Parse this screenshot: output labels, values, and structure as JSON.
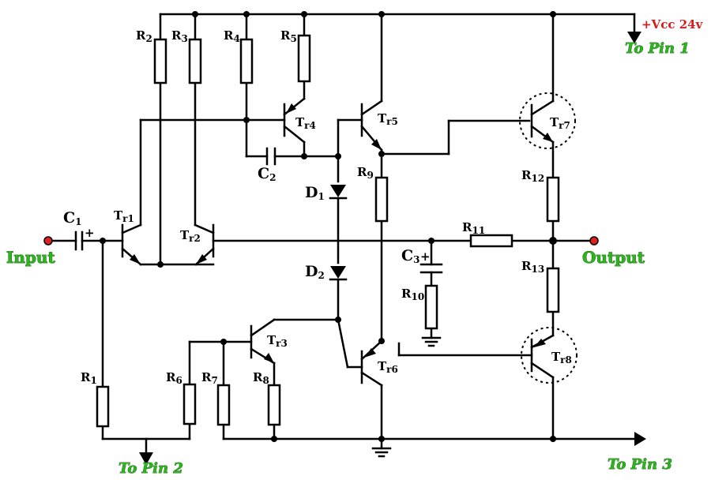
{
  "supply": {
    "label": "+Vcc 24v",
    "color": "#d81b1b"
  },
  "pins": {
    "pin1": "To Pin 1",
    "pin2": "To Pin 2",
    "pin3": "To Pin 3",
    "color": "#2db51d"
  },
  "io": {
    "input": "Input",
    "output": "Output"
  },
  "resistors": [
    "R",
    "1",
    "R",
    "2",
    "R",
    "3",
    "R",
    "4",
    "R",
    "5",
    "R",
    "6",
    "R",
    "7",
    "R",
    "8",
    "R",
    "9",
    "R",
    "10",
    "R",
    "11",
    "R",
    "12",
    "R",
    "13"
  ],
  "capacitors": {
    "c1": "C",
    "c1_sub": "1",
    "c2": "C",
    "c2_sub": "2",
    "c3": "C",
    "c3_sub": "3"
  },
  "diodes": {
    "d1": "D",
    "d1_sub": "1",
    "d2": "D",
    "d2_sub": "2"
  },
  "transistors": {
    "tr1": "T",
    "tr1_sub": "r1",
    "tr2": "T",
    "tr2_sub": "r2",
    "tr3": "T",
    "tr3_sub": "r3",
    "tr4": "T",
    "tr4_sub": "r4",
    "tr5": "T",
    "tr5_sub": "r5",
    "tr6": "T",
    "tr6_sub": "r6",
    "tr7": "T",
    "tr7_sub": "r7",
    "tr8": "T",
    "tr8_sub": "r8"
  },
  "polarity": "+"
}
